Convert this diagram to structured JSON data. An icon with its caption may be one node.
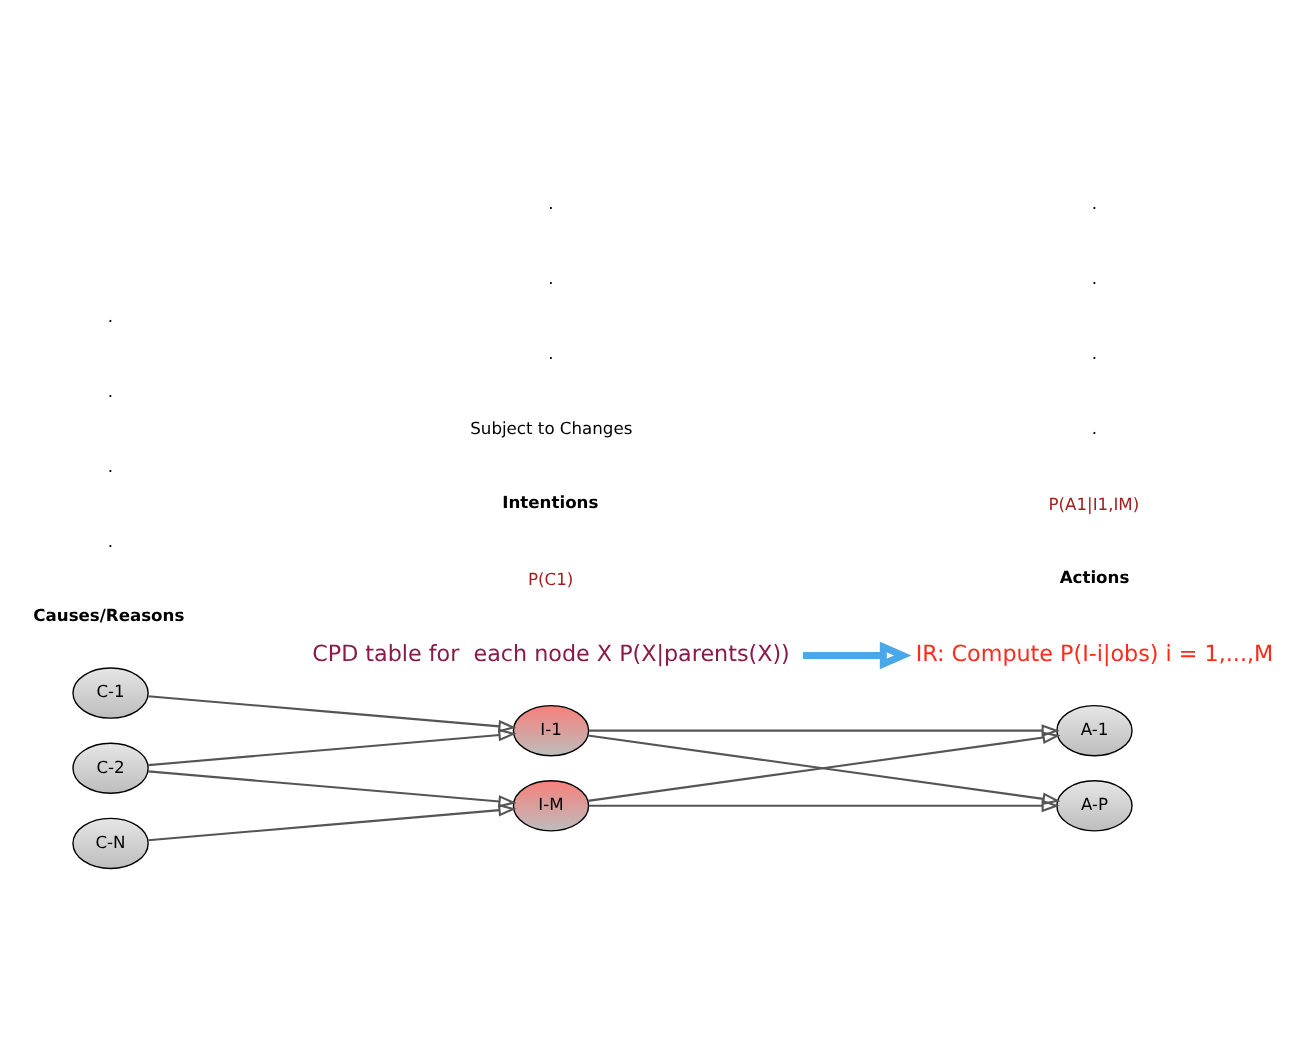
{
  "diagram": {
    "nodes": [
      {
        "text": [
          "C-1"
        ]
      },
      {
        "text": [
          "C-2"
        ]
      },
      {
        "text": [
          "C-N"
        ]
      },
      {
        "text": [
          "I-1"
        ]
      },
      {
        "text": [
          "I-M"
        ]
      },
      {
        "text": [
          "A-1"
        ]
      },
      {
        "text": [
          "A-P"
        ]
      },
      {
        "text": [
          "CPD table for  each node X P(X|parents(X))"
        ]
      },
      {
        "text": [
          "IR: Compute P(I-i|obs) i = 1,...,M"
        ]
      }
    ],
    "edges": [
      {
        "from": 0,
        "to": 3,
        "arrow": "to"
      },
      {
        "from": 1,
        "to": 3,
        "arrow": "to"
      },
      {
        "from": 1,
        "to": 4,
        "arrow": "to"
      },
      {
        "from": 2,
        "to": 4,
        "arrow": "to"
      },
      {
        "from": 3,
        "to": 5,
        "arrow": "to"
      },
      {
        "from": 3,
        "to": 6,
        "arrow": "to"
      },
      {
        "from": 4,
        "to": 5,
        "arrow": "to"
      },
      {
        "from": 4,
        "to": 6,
        "arrow": "to"
      },
      {
        "from": 7,
        "to": 8,
        "arrow": "to",
        "style": "thick",
        "color": "#4aa8e8"
      }
    ],
    "labels": [
      "Causes/Reasons",
      "P(C1)",
      "Actions",
      "Intentions",
      "Subject to Changes",
      "P(A1|I1,IM)",
      ".",
      ".",
      ".",
      ".",
      ".",
      ".",
      ".",
      ".",
      ".",
      ".",
      "."
    ]
  }
}
